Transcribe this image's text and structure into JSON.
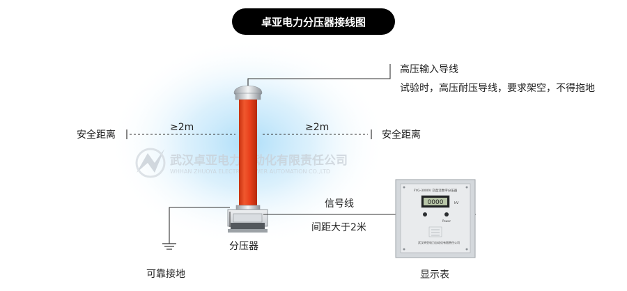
{
  "title": "卓亚电力分压器接线图",
  "labels": {
    "hv_lead": "高压输入导线",
    "hv_note": "试验时，高压耐压导线，要求架空，不得拖地",
    "safe_left": "安全距离",
    "safe_right": "安全距离",
    "dist_left": "≥2m",
    "dist_right": "≥2m",
    "signal": "信号线",
    "spacing": "间距大于2米",
    "divider": "分压器",
    "ground": "可靠接地",
    "display": "显示表"
  },
  "watermark": {
    "cn": "武汉卓亚电力自动化有限责任公司",
    "en": "WHHAN ZHUOYA ELECTRIC POWER AUTOMATION CO.,LTD"
  },
  "meter": {
    "reading": "0000",
    "unit": "kV",
    "model": "FYG-3000V 交直流数字分压器",
    "brand": "武汉卓亚电力自动化有限责任公司",
    "switch_label": "Power"
  },
  "colors": {
    "title_bg": "#000000",
    "title_text": "#ffffff",
    "column_red": "#e8401c",
    "glow": "#a9dcf8"
  },
  "icons": [
    "ground-symbol-icon",
    "watermark-logo-icon"
  ]
}
